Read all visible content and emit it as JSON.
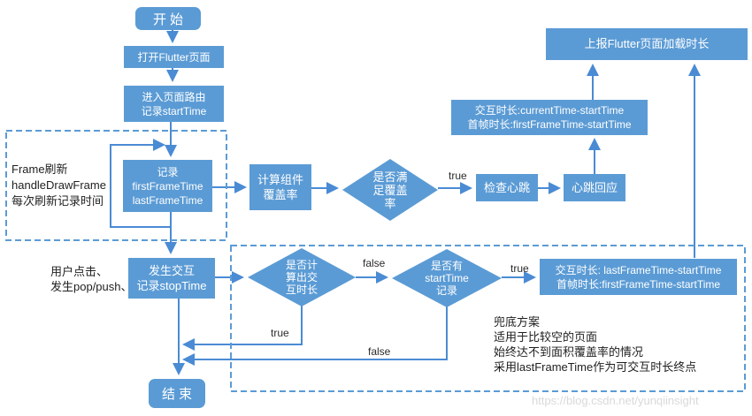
{
  "colors": {
    "node_fill": "#5B9BD5",
    "connector": "#4a8bd4",
    "dashed_border": "#5B9BD5",
    "note_text": "#1f1f1f",
    "watermark": "#d9d9d9"
  },
  "nodes": {
    "start": "开始",
    "open_flutter": "打开Flutter页面",
    "enter_route": {
      "line1": "进入页面路由",
      "line2": "记录startTime"
    },
    "record": {
      "line1": "记录",
      "line2": "firstFrameTime",
      "line3": "lastFrameTime"
    },
    "coverage": {
      "line1": "计算组件",
      "line2": "覆盖率"
    },
    "coverage_check": {
      "line1": "是否满",
      "line2": "足覆盖",
      "line3": "率"
    },
    "heartbeat_check": "检查心跳",
    "heartbeat_response": "心跳回应",
    "report": "上报Flutter页面加载时长",
    "duration_current": {
      "line1": "交互时长:currentTime-startTime",
      "line2": "首帧时长:firstFrameTime-startTime"
    },
    "interaction": {
      "line1": "发生交互",
      "line2": "记录stopTime"
    },
    "calc_check": {
      "line1": "是否计",
      "line2": "算出交",
      "line3": "互时长"
    },
    "starttime_check": {
      "line1": "是否有",
      "line2": "startTime",
      "line3": "记录"
    },
    "duration_last": {
      "line1": "交互时长: lastFrameTime-startTime",
      "line2": "首帧时长:firstFrameTime-startTime"
    },
    "end": "结束"
  },
  "edge_labels": {
    "coverage_true": "true",
    "calc_false": "false",
    "starttime_true": "true",
    "calc_true": "true",
    "starttime_false": "false"
  },
  "notes": {
    "frame": {
      "line1": "Frame刷新",
      "line2": "handleDrawFrame",
      "line3": "每次刷新记录时间"
    },
    "user": {
      "line1": "用户点击、",
      "line2": "发生pop/push、"
    },
    "fallback": {
      "line1": "兜底方案",
      "line2": "适用于比较空的页面",
      "line3": "始终达不到面积覆盖率的情况",
      "line4": "采用lastFrameTime作为可交互时长终点"
    }
  },
  "watermark": "https://blog.csdn.net/yunqiinsight"
}
